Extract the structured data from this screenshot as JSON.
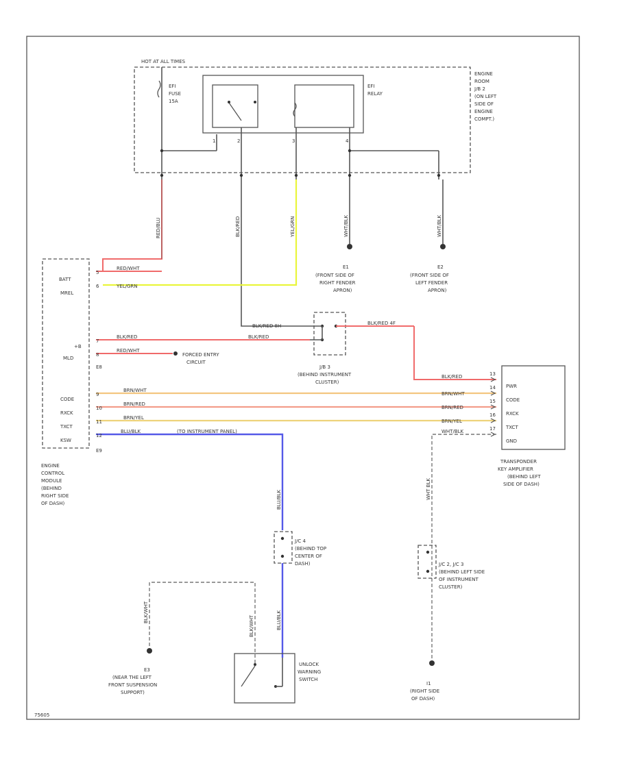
{
  "diagram": {
    "fuse_block_label": "HOT AT ALL TIMES",
    "efi_fuse": {
      "line1": "EFI",
      "line2": "FUSE",
      "line3": "15A"
    },
    "efi_relay": {
      "line1": "EFI",
      "line2": "RELAY"
    },
    "engine_room_jb": [
      "ENGINE",
      "ROOM",
      "J/B 2",
      "(ON LEFT",
      "SIDE OF",
      "ENGINE",
      "COMPT.)"
    ],
    "ecm_pins": {
      "batt": "BATT",
      "mrel": "MREL",
      "ig": "+B",
      "mil": "MLD",
      "code": "CODE",
      "rxck": "RXCK",
      "txct": "TXCT",
      "kswi": "KSW"
    },
    "ecm_connectors": {
      "e8_top": "E8",
      "e8_bottom": "E9"
    },
    "ecm_label": [
      "ENGINE",
      "CONTROL",
      "MODULE",
      "(BEHIND",
      "RIGHT SIDE",
      "OF DASH)"
    ],
    "wires": {
      "red_w": "RED/WHT",
      "yel_grn": "YEL/GRN",
      "blk_red_top": "BLK/RED",
      "blk_red_mid": "BLK/RED",
      "red_wht_mil": "RED/WHT",
      "brn_wht": "BRN/WHT",
      "brn_red": "BRN/RED",
      "brn_yel": "BRN/YEL",
      "blu_blk": "BLU/BLK",
      "wht_blk": "WHT/BLK"
    },
    "vertical_wire_labels": {
      "red": "RED/BLU",
      "blk": "BLK/RED",
      "yel": "YEL/GRN",
      "wb1": "WHT/BLK",
      "wb2": "WHT/BLK",
      "blu": "BLU/BLK",
      "blu2": "BLU/BLK",
      "wht_lower": "WHT BLK"
    },
    "misc_wire_text": {
      "blkred_8h": "BLK/RED 8H",
      "blkred_4f": "BLK/RED 4F",
      "to_instrument": "(TO INSTRUMENT PANEL)",
      "mil_circuit": [
        "FORCED ENTRY",
        "CIRCUIT"
      ]
    },
    "pin_numbers": {
      "p1": "1",
      "p2": "2",
      "p3": "3",
      "p4": "4",
      "p5": "5",
      "p6": "6",
      "p7": "7",
      "p8": "8",
      "p9": "9",
      "p10": "10",
      "p11": "11",
      "p12": "12",
      "p13": "13",
      "p14": "14",
      "p15": "15",
      "p16": "16",
      "p17": "17"
    },
    "ground_e1": {
      "code": "E1",
      "lines": [
        "(FRONT SIDE OF",
        "RIGHT FENDER",
        "APRON)"
      ]
    },
    "ground_e2": {
      "code": "E2",
      "lines": [
        "(FRONT SIDE OF",
        "LEFT FENDER",
        "APRON)"
      ]
    },
    "jb3": {
      "lines": [
        "J/B 3",
        "(BEHIND INSTRUMENT",
        "CLUSTER)"
      ]
    },
    "transponder_pins": {
      "pwr": "PWR",
      "code": "CODE",
      "rxck": "RXCK",
      "txct": "TXCT",
      "gnd": "GND"
    },
    "transponder_label": [
      "TRANSPONDER",
      "KEY AMPLIFIER",
      "(BEHIND LEFT",
      "SIDE OF DASH)"
    ],
    "jc4": {
      "lines": [
        "J/C 4",
        "(BEHIND TOP",
        "CENTER OF",
        "DASH)"
      ]
    },
    "jc2": {
      "lines": [
        "J/C 2, J/C 3",
        "(BEHIND LEFT SIDE",
        "OF INSTRUMENT",
        "CLUSTER)"
      ]
    },
    "ground_e3": {
      "code": "E3",
      "lines": [
        "(NEAR THE LEFT",
        "FRONT SUSPENSION",
        "SUPPORT)"
      ]
    },
    "unlock_switch": {
      "lines": [
        "UNLOCK",
        "WARNING",
        "SWITCH"
      ]
    },
    "ground_i": {
      "code": "I1",
      "lines": [
        "(RIGHT SIDE",
        "OF DASH)"
      ]
    },
    "blk_wht_labels": {
      "left": "BLK/WHT",
      "right": "BLK/WHT"
    },
    "footer_code": "75605"
  }
}
